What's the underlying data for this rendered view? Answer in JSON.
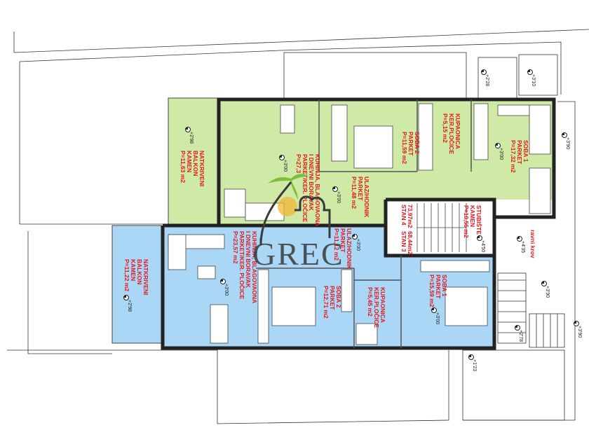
{
  "colors": {
    "unit_green": "#cfeaa6",
    "unit_blue": "#a9d7f5",
    "label_red": "#e8141a",
    "logo_gray": "#3a3a3a",
    "logo_sun": "#f2b632"
  },
  "logo": {
    "text": "GREC",
    "icon": "palm-sun-church-logo"
  },
  "stan4": {
    "balcony": [
      "NATKRIVENI",
      "BALKON",
      "KAMEN",
      "P=11,63 m2"
    ],
    "kitchen": [
      "KUHINJA, BLAGOVAONA",
      "I DNEVNI BORAVAK",
      "PARKET/KER. PLOČICE",
      "P=27,3"
    ],
    "hall": [
      "ULAZ/HODNIK",
      "PARKET",
      "P=11,48 m2"
    ],
    "room2": [
      "SOBA 2",
      "PARKET",
      "P=11,59 m2"
    ],
    "bath": [
      "KUPAONICA",
      "KER.PLOČICE",
      "P=5,15 m2"
    ],
    "room1": [
      "SOBA 1",
      "PARKET",
      "P=17,32 m2"
    ]
  },
  "stair": {
    "label": [
      "STUBIŠTE",
      "KAMEN",
      "P=10,56 m2"
    ],
    "stan4": [
      "73,97m2",
      "STAN 4"
    ],
    "stan3": [
      "68,44m2",
      "STAN 3"
    ]
  },
  "roof": {
    "label": "ravni krov"
  },
  "stan3": {
    "balcony": [
      "NATKRIVENI",
      "BALKON",
      "KAMEN",
      "P=11,22 m2"
    ],
    "kitchen": [
      "KUHINJA, BLAGOVAONA",
      "I DNEVNI BORAVAK",
      "PARKET/KER. PLOČICE",
      "P=23,57 m2"
    ],
    "hall": [
      "ULAZ/HODNIK",
      "PARKET",
      "P=11,12 m2"
    ],
    "room2": [
      "SOBA 2",
      "PARKET",
      "P=12,71 m2"
    ],
    "bath": [
      "KUPAONICA",
      "KER.PLOČICE",
      "P=5,45 m2"
    ],
    "room1": [
      "SOBA 1",
      "PARKET",
      "P=15,59 m2"
    ]
  },
  "elevations": [
    "+2'98",
    "+3'00",
    "+3'00",
    "+2'28",
    "+3'10",
    "+3'00",
    "+3'90",
    "+4'50",
    "+4'35",
    "+2'98",
    "+3'00",
    "+3'00",
    "+3'00",
    "+3'90",
    "+3'90",
    "+2'78",
    "+1'23"
  ]
}
